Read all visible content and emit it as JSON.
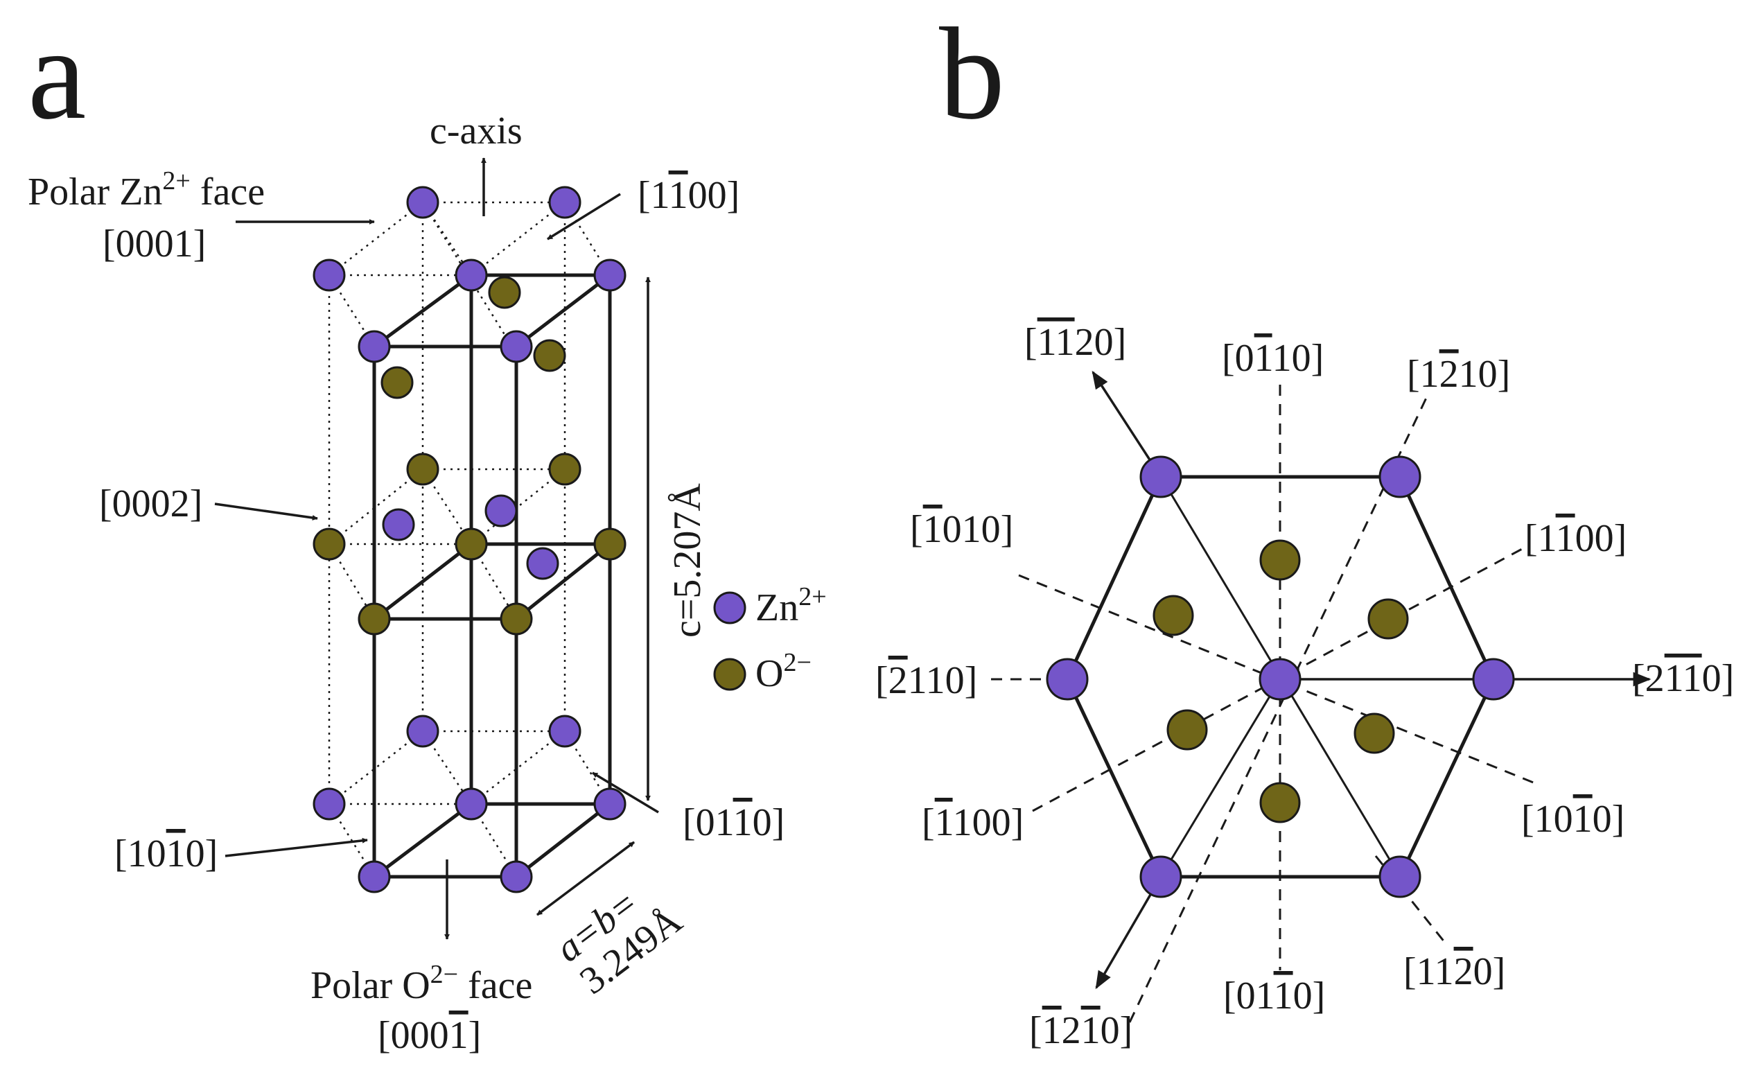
{
  "colors": {
    "zn": "#7455c9",
    "o": "#6f6518",
    "line": "#1a1a1a"
  },
  "panel_a": {
    "letter": "a",
    "c_axis": "c-axis",
    "polar_zn_face": {
      "text": "Polar Zn",
      "sup": "2+",
      "tail": " face"
    },
    "zn_face_index": "[0001]",
    "idx_1m100": {
      "pre": "[1",
      "bar": "1",
      "post": "00]"
    },
    "idx_0002": "[0002]",
    "c_label": "c=5.207Å",
    "legend_zn": {
      "text": "Zn",
      "sup": "2+"
    },
    "legend_o": {
      "text": "O",
      "sup": "2−"
    },
    "idx_10m10": {
      "pre": "[10",
      "bar": "1",
      "post": "0]"
    },
    "idx_01m10": {
      "pre": "[01",
      "bar": "1",
      "post": "0]"
    },
    "ab_label_1": "a=b=",
    "ab_label_2": "3.249Å",
    "polar_o_face": {
      "text": "Polar O",
      "sup": "2−",
      "tail": " face"
    },
    "o_face_index": {
      "pre": "[000",
      "bar": "1",
      "post": "]"
    }
  },
  "panel_b": {
    "letter": "b",
    "labels": {
      "m1m120": {
        "pre": "[",
        "bar": "11",
        "post": "20]"
      },
      "idx_0m110_top": {
        "pre": "[0",
        "bar": "1",
        "post": "10]"
      },
      "idx_1m210": {
        "pre": "[1",
        "bar": "2",
        "post": "10]"
      },
      "m1010": {
        "pre": "[",
        "bar": "1",
        "post": "010]"
      },
      "idx_1m100": {
        "pre": "[1",
        "bar": "1",
        "post": "00]"
      },
      "m2110": {
        "pre": "[",
        "bar": "2",
        "post": "110]"
      },
      "idx_2m1m10_pre": "[2",
      "idx_2m1m10_bar": "11",
      "idx_2m1m10_post": "0]",
      "m1100": {
        "pre": "[",
        "bar": "1",
        "post": "100]"
      },
      "idx_10m10": {
        "pre": "[10",
        "bar": "1",
        "post": "0]"
      },
      "idx_11m20": {
        "pre": "[11",
        "bar": "2",
        "post": "0]"
      },
      "idx_01m10_bot": {
        "pre": "[01",
        "bar": "1",
        "post": "0]"
      },
      "m12m10_pre": "[",
      "m12m10_bar1": "1",
      "m12m10_mid": "2",
      "m12m10_bar2": "1",
      "m12m10_post": "0]"
    }
  }
}
